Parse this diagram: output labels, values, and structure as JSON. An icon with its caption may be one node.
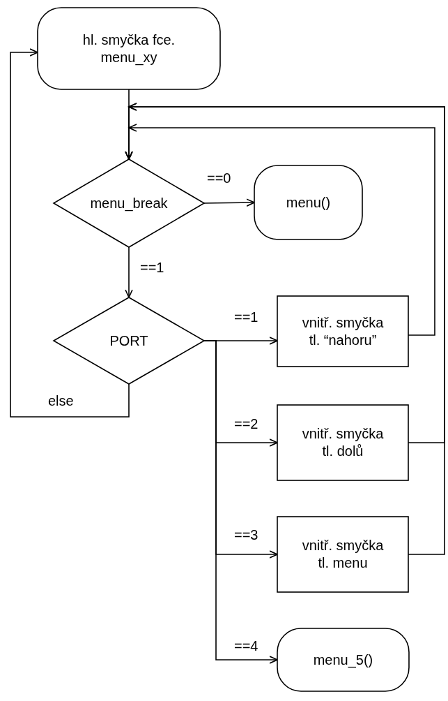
{
  "diagram": {
    "nodes": [
      {
        "text": [
          "hl. smyčka fce. menu_xy"
        ]
      },
      {
        "text": [
          "menu_break"
        ]
      },
      {
        "text": [
          "menu()"
        ]
      },
      {
        "text": [
          "PORT"
        ]
      },
      {
        "text": [
          "vnitř. smyčka tl. “nahoru”"
        ]
      },
      {
        "text": [
          "vnitř. smyčka tl. dolů"
        ]
      },
      {
        "text": [
          "vnitř. smyčka tl. menu"
        ]
      },
      {
        "text": [
          "menu_5()"
        ]
      }
    ],
    "edges": [
      {
        "from": 0,
        "to": 1,
        "arrow": "to"
      },
      {
        "from": 1,
        "to": 2,
        "arrow": "to",
        "label": "==0"
      },
      {
        "from": 1,
        "to": 3,
        "arrow": "to",
        "label": "==1"
      },
      {
        "from": 3,
        "to": 4,
        "arrow": "to",
        "label": "==1"
      },
      {
        "from": 3,
        "to": 5,
        "arrow": "to",
        "label": "==2"
      },
      {
        "from": 3,
        "to": 6,
        "arrow": "to",
        "label": "==3"
      },
      {
        "from": 3,
        "to": 7,
        "arrow": "to",
        "label": "==4"
      },
      {
        "from": 3,
        "to": 0,
        "arrow": "to",
        "label": "else"
      },
      {
        "from": 4,
        "to": 1,
        "arrow": "to"
      },
      {
        "from": 5,
        "to": 1,
        "arrow": "to"
      },
      {
        "from": 6,
        "to": 1,
        "arrow": "to"
      }
    ]
  }
}
